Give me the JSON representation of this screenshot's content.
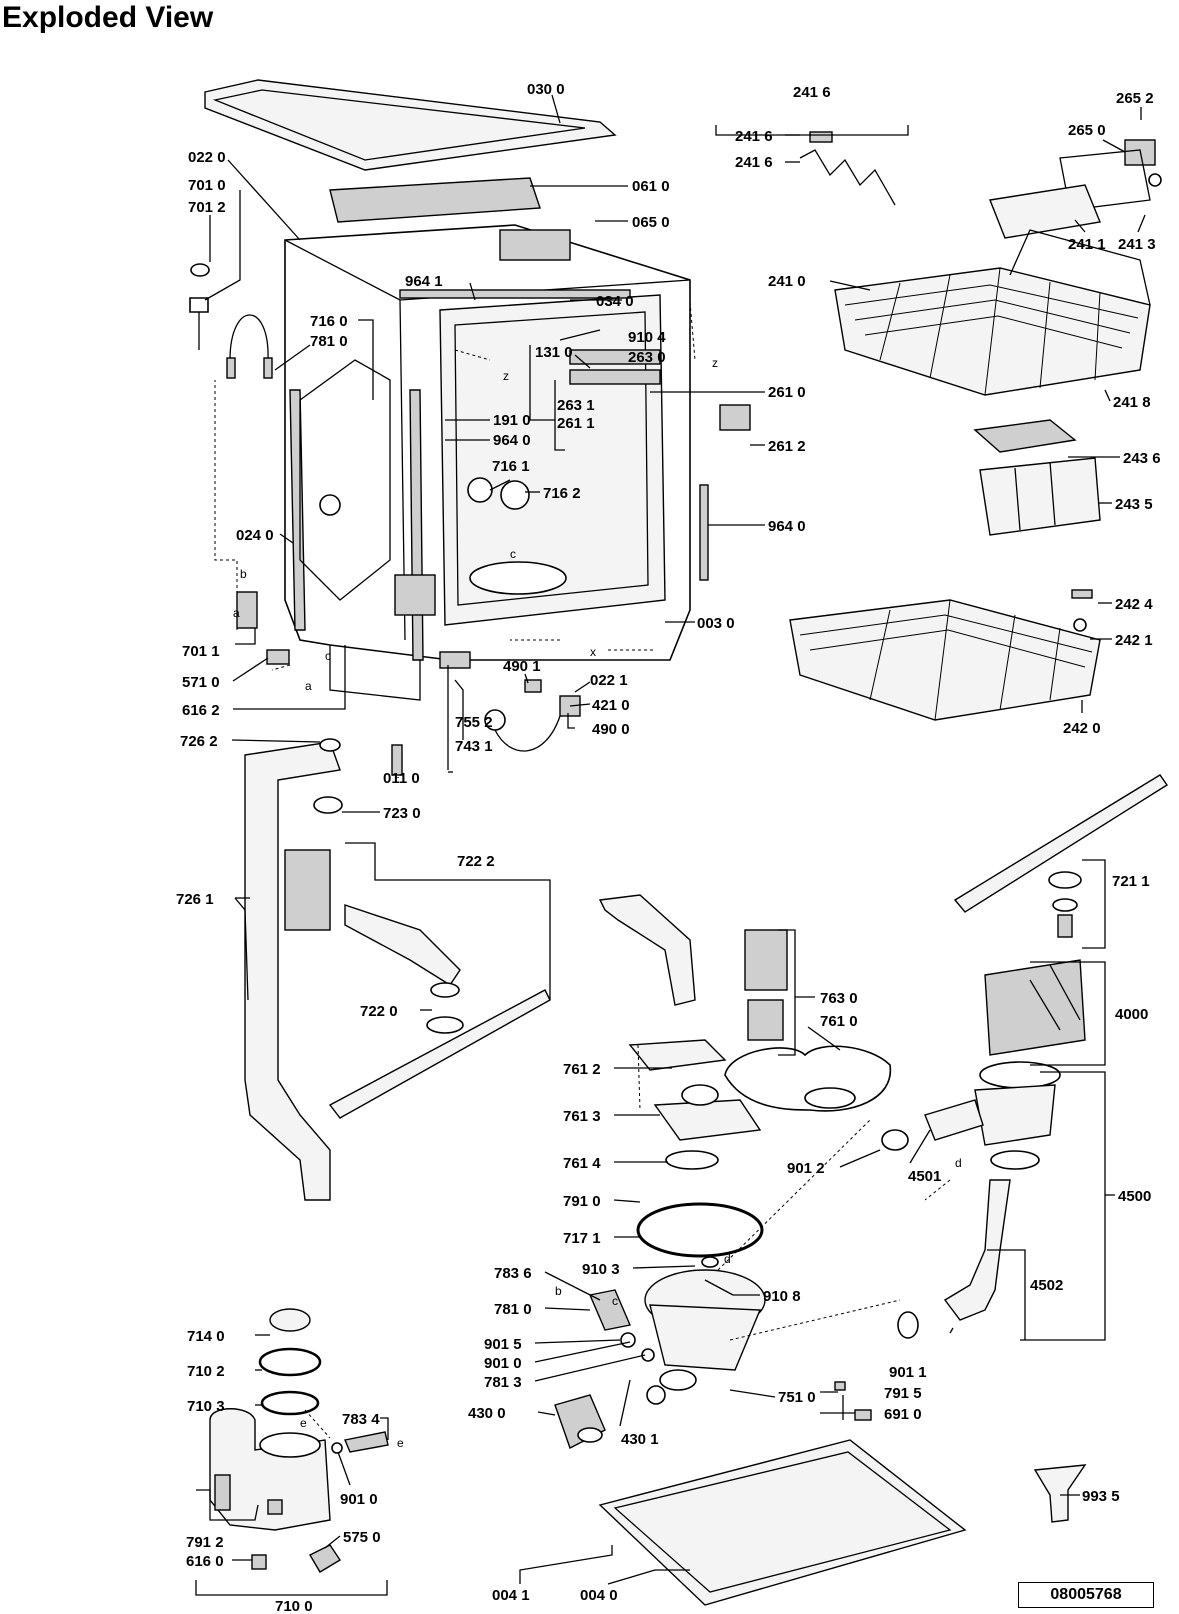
{
  "title": "Exploded View",
  "document_id": "08005768",
  "callouts": [
    "030 0",
    "022 0",
    "701 0",
    "701 2",
    "061 0",
    "065 0",
    "964 1",
    "034 0",
    "716 0",
    "781 0",
    "910 4",
    "263 0",
    "131 0",
    "261 0",
    "191 0",
    "964 0",
    "263 1",
    "261 1",
    "261 2",
    "716 1",
    "716 2",
    "964 0",
    "024 0",
    "003 0",
    "701 1",
    "571 0",
    "616 2",
    "490 1",
    "022 1",
    "421 0",
    "490 0",
    "755 2",
    "726 2",
    "011 0",
    "743 1",
    "723 0",
    "722 2",
    "726 1",
    "722 0",
    "241 6",
    "241 6",
    "241 6",
    "265 2",
    "265 0",
    "241 1",
    "241 3",
    "241 0",
    "241 8",
    "243 6",
    "243 5",
    "242 4",
    "242 1",
    "242 0",
    "721 1",
    "763 0",
    "761 0",
    "4000",
    "761 2",
    "761 3",
    "901 2",
    "4501",
    "761 4",
    "4500",
    "791 0",
    "717 1",
    "910 3",
    "783 6",
    "910 8",
    "781 0",
    "4502",
    "901 5",
    "901 0",
    "901 1",
    "781 3",
    "714 0",
    "710 2",
    "751 0",
    "791 5",
    "710 3",
    "783 4",
    "430 0",
    "430 1",
    "691 0",
    "901 0",
    "993 5",
    "791 2",
    "575 0",
    "616 0",
    "710 0",
    "004 1",
    "004 0"
  ],
  "connection_letters": [
    "z",
    "z",
    "c",
    "x",
    "b",
    "a",
    "a",
    "c",
    "b",
    "c",
    "d",
    "d",
    "e",
    "e"
  ]
}
